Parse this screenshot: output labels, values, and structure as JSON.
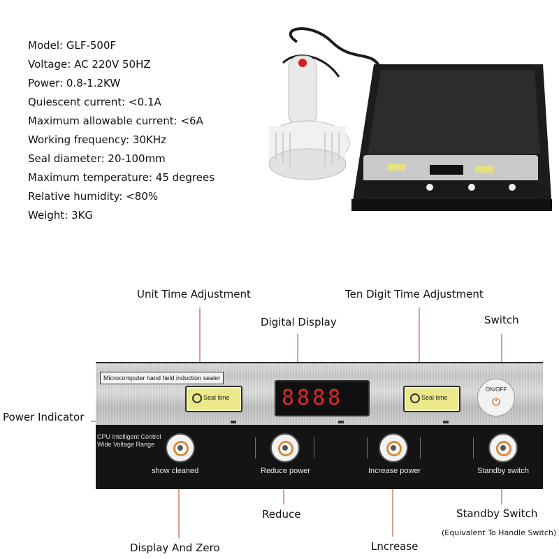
{
  "specs": [
    "Model: GLF-500F",
    "Voltage: AC 220V 50HZ",
    "Power: 0.8-1.2KW",
    "Quiescent current: <0.1A",
    "Maximum allowable current: <6A",
    "Working frequency: 30KHz",
    "Seal diameter: 20-100mm",
    "Maximum temperature: 45 degrees",
    "Relative humidity: <80%",
    "Weight: 3KG"
  ],
  "callouts": {
    "unit_time": "Unit Time Adjustment",
    "ten_digit": "Ten Digit Time Adjustment",
    "digital_display": "Digital Display",
    "switch": "Switch",
    "power_indicator": "Power Indicator",
    "reduce": "Reduce",
    "standby_switch": "Standby Switch",
    "standby_note": "(Equivalent To Handle Switch)",
    "display_zero": "Display And Zero",
    "increase": "Lncrease"
  },
  "panel": {
    "title": "Microcomputer hand held induction sealer",
    "seal_left": "Seal time",
    "seal_right": "Seal time",
    "display": "8888",
    "onoff": "ON/OFF",
    "cpu_text": "CPU Intelligent Control\nWide Voltage Range",
    "buttons": [
      "show  cleaned",
      "Reduce power",
      "Increase power",
      "Standby switch"
    ]
  },
  "colors": {
    "callout_line": "#c0392b",
    "seal_button": "#ece98a",
    "display_digits": "#e02828",
    "knob_ring": "#d98a3a"
  },
  "icons": [
    "clock-icon",
    "drop-icon",
    "power-icon",
    "knob-icon"
  ]
}
